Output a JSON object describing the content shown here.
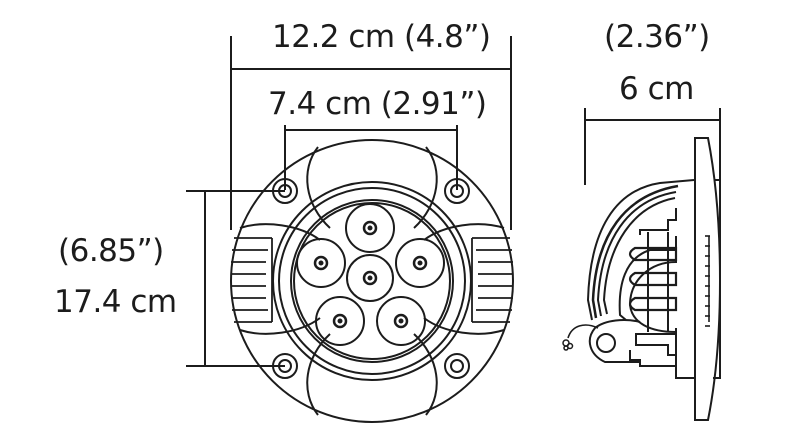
{
  "diagram": {
    "subject": "Round 6-LED flush-mount work light — dimensional drawing",
    "line_color": "#1c1c1c",
    "background": "#ffffff",
    "front_view": {
      "overall_width_label": "12.2 cm (4.8”)",
      "bolt_spacing_label": "7.4 cm (2.91”)",
      "height_inch_label": "(6.85”)",
      "height_cm_label": "17.4 cm",
      "led_count": 6,
      "mounting_holes": 4
    },
    "side_view": {
      "depth_inch_label": "(2.36”)",
      "depth_cm_label": "6 cm"
    }
  }
}
